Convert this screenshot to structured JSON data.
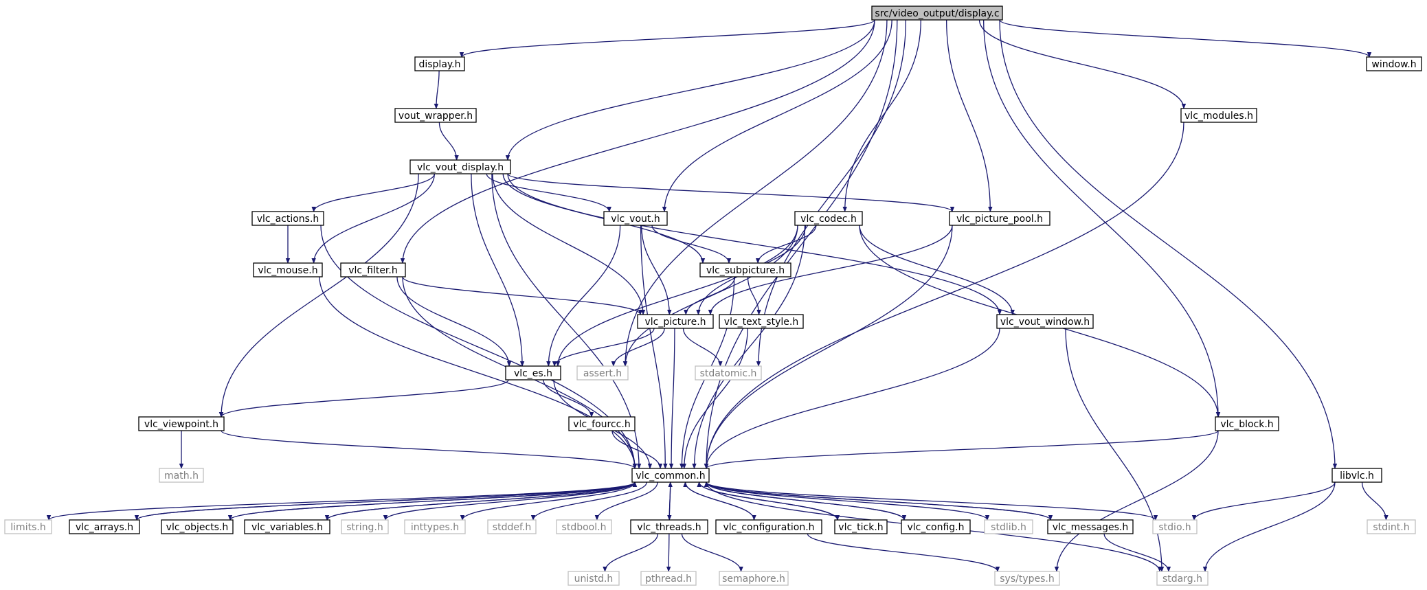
{
  "colors": {
    "edge": "#191970",
    "node_border": "#000000",
    "missing_border": "#bfbfbf",
    "missing_text": "#7f7f7f",
    "root_fill": "#bfbfbf"
  },
  "nodes": [
    {
      "id": "display_c",
      "label": "src/video_output/display.c",
      "kind": "root"
    },
    {
      "id": "display_h",
      "label": "display.h",
      "kind": "normal"
    },
    {
      "id": "window_h",
      "label": "window.h",
      "kind": "normal"
    },
    {
      "id": "vout_wrapper_h",
      "label": "vout_wrapper.h",
      "kind": "normal"
    },
    {
      "id": "vlc_modules_h",
      "label": "vlc_modules.h",
      "kind": "normal"
    },
    {
      "id": "vlc_vout_display_h",
      "label": "vlc_vout_display.h",
      "kind": "normal"
    },
    {
      "id": "vlc_actions_h",
      "label": "vlc_actions.h",
      "kind": "normal"
    },
    {
      "id": "vlc_vout_h",
      "label": "vlc_vout.h",
      "kind": "normal"
    },
    {
      "id": "vlc_codec_h",
      "label": "vlc_codec.h",
      "kind": "normal"
    },
    {
      "id": "vlc_picture_pool_h",
      "label": "vlc_picture_pool.h",
      "kind": "normal"
    },
    {
      "id": "vlc_mouse_h",
      "label": "vlc_mouse.h",
      "kind": "normal"
    },
    {
      "id": "vlc_filter_h",
      "label": "vlc_filter.h",
      "kind": "normal"
    },
    {
      "id": "vlc_subpicture_h",
      "label": "vlc_subpicture.h",
      "kind": "normal"
    },
    {
      "id": "vlc_picture_h",
      "label": "vlc_picture.h",
      "kind": "normal"
    },
    {
      "id": "vlc_text_style_h",
      "label": "vlc_text_style.h",
      "kind": "normal"
    },
    {
      "id": "vlc_vout_window_h",
      "label": "vlc_vout_window.h",
      "kind": "normal"
    },
    {
      "id": "vlc_es_h",
      "label": "vlc_es.h",
      "kind": "normal"
    },
    {
      "id": "assert_h",
      "label": "assert.h",
      "kind": "missing"
    },
    {
      "id": "stdatomic_h",
      "label": "stdatomic.h",
      "kind": "missing"
    },
    {
      "id": "vlc_viewpoint_h",
      "label": "vlc_viewpoint.h",
      "kind": "normal"
    },
    {
      "id": "vlc_fourcc_h",
      "label": "vlc_fourcc.h",
      "kind": "normal"
    },
    {
      "id": "vlc_block_h",
      "label": "vlc_block.h",
      "kind": "normal"
    },
    {
      "id": "math_h",
      "label": "math.h",
      "kind": "missing"
    },
    {
      "id": "vlc_common_h",
      "label": "vlc_common.h",
      "kind": "normal"
    },
    {
      "id": "libvlc_h",
      "label": "libvlc.h",
      "kind": "normal"
    },
    {
      "id": "limits_h",
      "label": "limits.h",
      "kind": "missing"
    },
    {
      "id": "vlc_arrays_h",
      "label": "vlc_arrays.h",
      "kind": "normal"
    },
    {
      "id": "vlc_objects_h",
      "label": "vlc_objects.h",
      "kind": "normal"
    },
    {
      "id": "vlc_variables_h",
      "label": "vlc_variables.h",
      "kind": "normal"
    },
    {
      "id": "string_h",
      "label": "string.h",
      "kind": "missing"
    },
    {
      "id": "inttypes_h",
      "label": "inttypes.h",
      "kind": "missing"
    },
    {
      "id": "stddef_h",
      "label": "stddef.h",
      "kind": "missing"
    },
    {
      "id": "stdbool_h",
      "label": "stdbool.h",
      "kind": "missing"
    },
    {
      "id": "vlc_threads_h",
      "label": "vlc_threads.h",
      "kind": "normal"
    },
    {
      "id": "vlc_configuration_h",
      "label": "vlc_configuration.h",
      "kind": "normal"
    },
    {
      "id": "vlc_tick_h",
      "label": "vlc_tick.h",
      "kind": "normal"
    },
    {
      "id": "vlc_config_h",
      "label": "vlc_config.h",
      "kind": "normal"
    },
    {
      "id": "stdlib_h",
      "label": "stdlib.h",
      "kind": "missing"
    },
    {
      "id": "vlc_messages_h",
      "label": "vlc_messages.h",
      "kind": "normal"
    },
    {
      "id": "stdio_h",
      "label": "stdio.h",
      "kind": "missing"
    },
    {
      "id": "stdint_h",
      "label": "stdint.h",
      "kind": "missing"
    },
    {
      "id": "unistd_h",
      "label": "unistd.h",
      "kind": "missing"
    },
    {
      "id": "pthread_h",
      "label": "pthread.h",
      "kind": "missing"
    },
    {
      "id": "semaphore_h",
      "label": "semaphore.h",
      "kind": "missing"
    },
    {
      "id": "sys_types_h",
      "label": "sys/types.h",
      "kind": "missing"
    },
    {
      "id": "stdarg_h",
      "label": "stdarg.h",
      "kind": "missing"
    }
  ],
  "edges": [
    [
      "display_c",
      "display_h"
    ],
    [
      "display_c",
      "window_h"
    ],
    [
      "display_c",
      "vlc_modules_h"
    ],
    [
      "display_c",
      "vlc_vout_display_h"
    ],
    [
      "display_c",
      "vlc_vout_h"
    ],
    [
      "display_c",
      "vlc_codec_h"
    ],
    [
      "display_c",
      "vlc_picture_pool_h"
    ],
    [
      "display_c",
      "vlc_filter_h"
    ],
    [
      "display_c",
      "assert_h"
    ],
    [
      "display_c",
      "stdatomic_h"
    ],
    [
      "display_c",
      "vlc_block_h"
    ],
    [
      "display_c",
      "vlc_common_h"
    ],
    [
      "display_c",
      "libvlc_h"
    ],
    [
      "display_h",
      "vout_wrapper_h"
    ],
    [
      "vout_wrapper_h",
      "vlc_vout_display_h"
    ],
    [
      "vlc_vout_display_h",
      "vlc_actions_h"
    ],
    [
      "vlc_vout_display_h",
      "vlc_mouse_h"
    ],
    [
      "vlc_vout_display_h",
      "vlc_vout_h"
    ],
    [
      "vlc_vout_display_h",
      "vlc_picture_pool_h"
    ],
    [
      "vlc_vout_display_h",
      "vlc_subpicture_h"
    ],
    [
      "vlc_vout_display_h",
      "vlc_picture_h"
    ],
    [
      "vlc_vout_display_h",
      "vlc_es_h"
    ],
    [
      "vlc_vout_display_h",
      "vlc_viewpoint_h"
    ],
    [
      "vlc_vout_display_h",
      "vlc_vout_window_h"
    ],
    [
      "vlc_vout_display_h",
      "vlc_common_h"
    ],
    [
      "vlc_actions_h",
      "vlc_mouse_h"
    ],
    [
      "vlc_actions_h",
      "vlc_common_h"
    ],
    [
      "vlc_mouse_h",
      "vlc_common_h"
    ],
    [
      "vlc_vout_h",
      "vlc_subpicture_h"
    ],
    [
      "vlc_vout_h",
      "vlc_picture_h"
    ],
    [
      "vlc_vout_h",
      "vlc_es_h"
    ],
    [
      "vlc_vout_h",
      "vlc_common_h"
    ],
    [
      "vlc_codec_h",
      "vlc_subpicture_h"
    ],
    [
      "vlc_codec_h",
      "vlc_picture_h"
    ],
    [
      "vlc_codec_h",
      "vlc_es_h"
    ],
    [
      "vlc_codec_h",
      "assert_h"
    ],
    [
      "vlc_codec_h",
      "vlc_vout_window_h"
    ],
    [
      "vlc_codec_h",
      "vlc_block_h"
    ],
    [
      "vlc_codec_h",
      "vlc_common_h"
    ],
    [
      "vlc_picture_pool_h",
      "vlc_picture_h"
    ],
    [
      "vlc_picture_pool_h",
      "vlc_common_h"
    ],
    [
      "vlc_filter_h",
      "vlc_picture_h"
    ],
    [
      "vlc_filter_h",
      "vlc_es_h"
    ],
    [
      "vlc_filter_h",
      "vlc_common_h"
    ],
    [
      "vlc_subpicture_h",
      "vlc_picture_h"
    ],
    [
      "vlc_subpicture_h",
      "vlc_text_style_h"
    ],
    [
      "vlc_subpicture_h",
      "vlc_common_h"
    ],
    [
      "vlc_picture_h",
      "vlc_es_h"
    ],
    [
      "vlc_picture_h",
      "assert_h"
    ],
    [
      "vlc_picture_h",
      "stdatomic_h"
    ],
    [
      "vlc_picture_h",
      "vlc_common_h"
    ],
    [
      "vlc_text_style_h",
      "vlc_common_h"
    ],
    [
      "vlc_vout_window_h",
      "vlc_common_h"
    ],
    [
      "vlc_vout_window_h",
      "stdarg_h"
    ],
    [
      "vlc_es_h",
      "vlc_viewpoint_h"
    ],
    [
      "vlc_es_h",
      "vlc_fourcc_h"
    ],
    [
      "vlc_es_h",
      "vlc_common_h"
    ],
    [
      "vlc_viewpoint_h",
      "math_h"
    ],
    [
      "vlc_viewpoint_h",
      "vlc_common_h"
    ],
    [
      "vlc_fourcc_h",
      "vlc_common_h"
    ],
    [
      "vlc_block_h",
      "vlc_common_h"
    ],
    [
      "vlc_block_h",
      "sys_types_h"
    ],
    [
      "vlc_modules_h",
      "vlc_common_h"
    ],
    [
      "libvlc_h",
      "stdio_h"
    ],
    [
      "libvlc_h",
      "stdint_h"
    ],
    [
      "libvlc_h",
      "stdarg_h"
    ],
    [
      "vlc_common_h",
      "limits_h"
    ],
    [
      "vlc_common_h",
      "vlc_arrays_h"
    ],
    [
      "vlc_common_h",
      "vlc_objects_h"
    ],
    [
      "vlc_common_h",
      "vlc_variables_h"
    ],
    [
      "vlc_common_h",
      "string_h"
    ],
    [
      "vlc_common_h",
      "inttypes_h"
    ],
    [
      "vlc_common_h",
      "stddef_h"
    ],
    [
      "vlc_common_h",
      "stdbool_h"
    ],
    [
      "vlc_common_h",
      "vlc_threads_h"
    ],
    [
      "vlc_common_h",
      "vlc_configuration_h"
    ],
    [
      "vlc_common_h",
      "vlc_tick_h"
    ],
    [
      "vlc_common_h",
      "vlc_config_h"
    ],
    [
      "vlc_common_h",
      "stdlib_h"
    ],
    [
      "vlc_common_h",
      "vlc_messages_h"
    ],
    [
      "vlc_common_h",
      "stdio_h"
    ],
    [
      "vlc_common_h",
      "stdarg_h"
    ],
    [
      "vlc_arrays_h",
      "vlc_common_h"
    ],
    [
      "vlc_objects_h",
      "vlc_common_h"
    ],
    [
      "vlc_variables_h",
      "vlc_common_h"
    ],
    [
      "vlc_threads_h",
      "vlc_common_h"
    ],
    [
      "vlc_threads_h",
      "unistd_h"
    ],
    [
      "vlc_threads_h",
      "pthread_h"
    ],
    [
      "vlc_threads_h",
      "semaphore_h"
    ],
    [
      "vlc_configuration_h",
      "vlc_common_h"
    ],
    [
      "vlc_configuration_h",
      "sys_types_h"
    ],
    [
      "vlc_tick_h",
      "vlc_common_h"
    ],
    [
      "vlc_config_h",
      "vlc_common_h"
    ],
    [
      "vlc_messages_h",
      "vlc_common_h"
    ],
    [
      "vlc_messages_h",
      "stdarg_h"
    ]
  ]
}
